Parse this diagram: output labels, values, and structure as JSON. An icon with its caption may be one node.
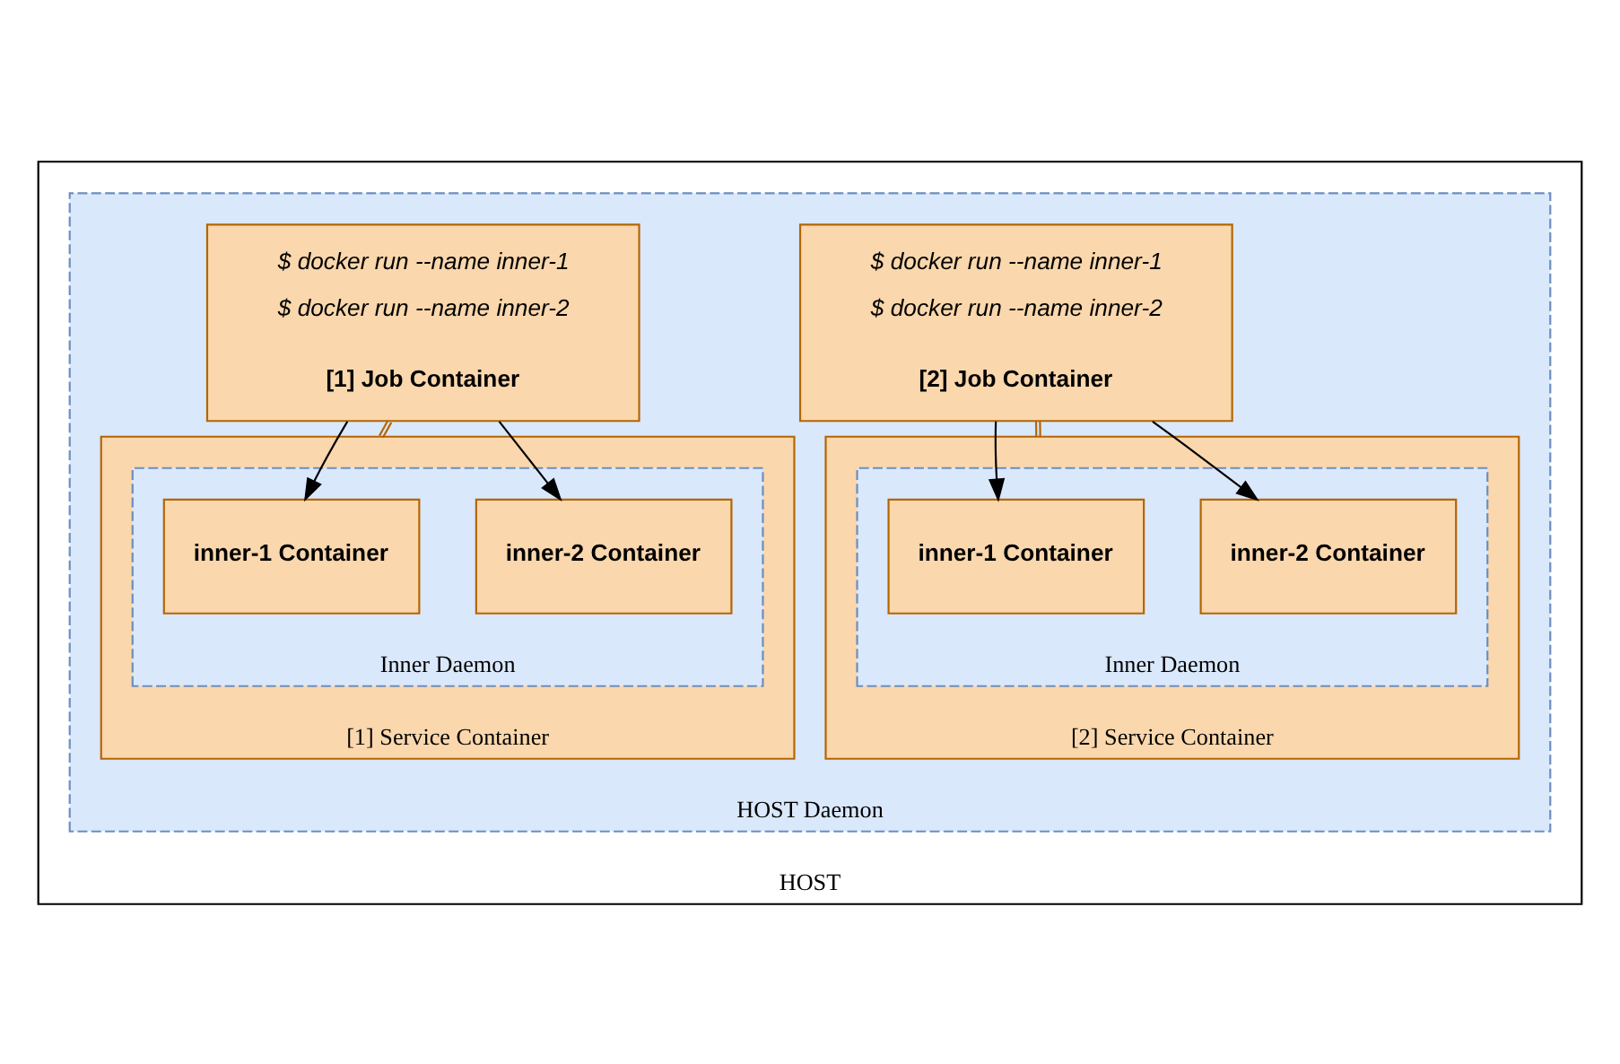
{
  "diagram": {
    "nodes": [
      {
        "text": [
          "HOST"
        ]
      },
      {
        "text": [
          "HOST Daemon"
        ],
        "in": 0
      },
      {
        "text": [
          "$ docker run --name inner-1",
          "$ docker run --name inner-2",
          "[1] Job Container"
        ],
        "in": 1
      },
      {
        "text": [
          "[1] Service Container"
        ],
        "in": 1
      },
      {
        "text": [
          "Inner Daemon"
        ],
        "in": 3
      },
      {
        "text": [
          "inner-1 Container"
        ],
        "in": 4
      },
      {
        "text": [
          "inner-2 Container"
        ],
        "in": 4
      },
      {
        "text": [
          "$ docker run --name inner-1",
          "$ docker run --name inner-2",
          "[2] Job Container"
        ],
        "in": 1
      },
      {
        "text": [
          "[2] Service Container"
        ],
        "in": 1
      },
      {
        "text": [
          "Inner Daemon"
        ],
        "in": 8
      },
      {
        "text": [
          "inner-1 Container"
        ],
        "in": 9
      },
      {
        "text": [
          "inner-2 Container"
        ],
        "in": 9
      }
    ],
    "edges": [
      {
        "from": 2,
        "to": 5,
        "arrow": "to"
      },
      {
        "from": 2,
        "to": 6,
        "arrow": "to"
      },
      {
        "from": 2,
        "to": 3,
        "arrow": "none",
        "color": "#b46504"
      },
      {
        "from": 7,
        "to": 10,
        "arrow": "to"
      },
      {
        "from": 7,
        "to": 11,
        "arrow": "to"
      },
      {
        "from": 7,
        "to": 8,
        "arrow": "none",
        "color": "#b46504"
      }
    ]
  }
}
